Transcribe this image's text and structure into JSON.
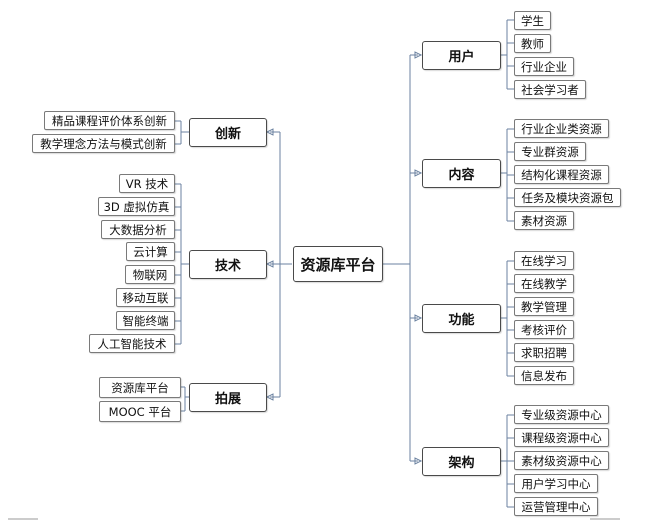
{
  "root": {
    "label": "资源库平台"
  },
  "branches": {
    "users": {
      "label": "用户",
      "items": [
        "学生",
        "教师",
        "行业企业",
        "社会学习者"
      ]
    },
    "content": {
      "label": "内容",
      "items": [
        "行业企业类资源",
        "专业群资源",
        "结构化课程资源",
        "任务及模块资源包",
        "素材资源"
      ]
    },
    "function": {
      "label": "功能",
      "items": [
        "在线学习",
        "在线教学",
        "教学管理",
        "考核评价",
        "求职招聘",
        "信息发布"
      ]
    },
    "architecture": {
      "label": "架构",
      "items": [
        "专业级资源中心",
        "课程级资源中心",
        "素材级资源中心",
        "用户学习中心",
        "运营管理中心"
      ]
    },
    "innovation": {
      "label": "创新",
      "items": [
        "精品课程评价体系创新",
        "教学理念方法与模式创新"
      ]
    },
    "technology": {
      "label": "技术",
      "items": [
        "VR 技术",
        "3D 虚拟仿真",
        "大数据分析",
        "云计算",
        "物联网",
        "移动互联",
        "智能终端",
        "人工智能技术"
      ]
    },
    "expansion": {
      "label": "拍展",
      "items": [
        "资源库平台",
        "MOOC 平台"
      ]
    }
  },
  "colors": {
    "connector": "#6b82a0",
    "border": "#4a4a4a"
  }
}
